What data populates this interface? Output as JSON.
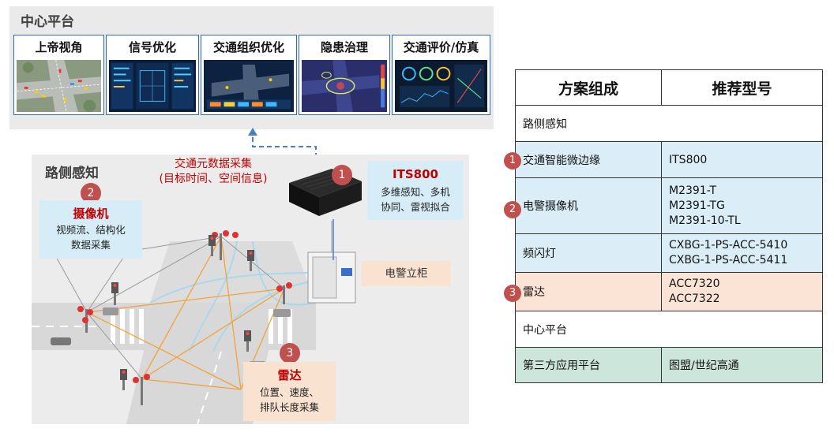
{
  "center_platform": {
    "title": "中心平台",
    "tabs": [
      {
        "label": "上帝视角"
      },
      {
        "label": "信号优化"
      },
      {
        "label": "交通组织优化"
      },
      {
        "label": "隐患治理"
      },
      {
        "label": "交通评价/仿真"
      }
    ]
  },
  "roadside": {
    "title": "路侧感知",
    "collect_line1": "交通元数据采集",
    "collect_line2": "(目标时间、空间信息)",
    "camera": {
      "num": "2",
      "title": "摄像机",
      "desc1": "视频流、结构化",
      "desc2": "数据采集"
    },
    "its": {
      "num": "1",
      "title": "ITS800",
      "desc1": "多维感知、多机",
      "desc2": "协同、雷视拟合"
    },
    "radar": {
      "num": "3",
      "title": "雷达",
      "desc1": "位置、速度、",
      "desc2": "排队长度采集"
    },
    "cabinet": {
      "label": "电警立柜"
    }
  },
  "table": {
    "headers": [
      "方案组成",
      "推荐型号"
    ],
    "rows": [
      {
        "section": "路侧感知"
      },
      {
        "num": "1",
        "name": "交通智能微边缘",
        "models": [
          "ITS800"
        ]
      },
      {
        "num": "2",
        "name": "电警摄像机",
        "models": [
          "M2391-T",
          "M2391-TG",
          "M2391-10-TL"
        ]
      },
      {
        "name": "频闪灯",
        "models": [
          "CXBG-1-PS-ACC-5410",
          "CXBG-1-PS-ACC-5411"
        ]
      },
      {
        "num": "3",
        "name": "雷达",
        "models": [
          "ACC7320",
          "ACC7322"
        ]
      },
      {
        "section": "中心平台"
      },
      {
        "name": "第三方应用平台",
        "models": [
          "图盟/世纪高通"
        ]
      }
    ]
  },
  "colors": {
    "accent_red": "#c00000",
    "badge": "#c0504d",
    "tab_border": "#2f6eb5",
    "light_blue": "#d6ecf6",
    "peach": "#f9e2cf",
    "green": "#cde6dc"
  }
}
